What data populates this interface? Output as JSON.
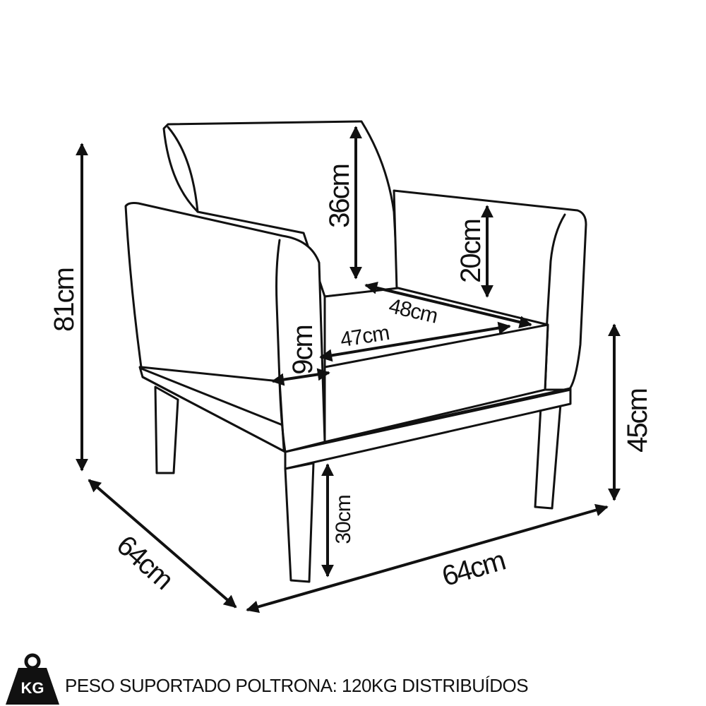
{
  "dimensions": {
    "total_height": "81cm",
    "backrest_height": "36cm",
    "armrest_height_above_seat": "20cm",
    "seat_depth": "48cm",
    "seat_width": "47cm",
    "armrest_width": "9cm",
    "seat_height": "45cm",
    "leg_height": "30cm",
    "depth": "64cm",
    "width": "64cm"
  },
  "weight_icon": {
    "label": "KG",
    "icon": "weight-icon"
  },
  "capacity_note": "PESO SUPORTADO POLTRONA: 120KG DISTRIBUÍDOS"
}
